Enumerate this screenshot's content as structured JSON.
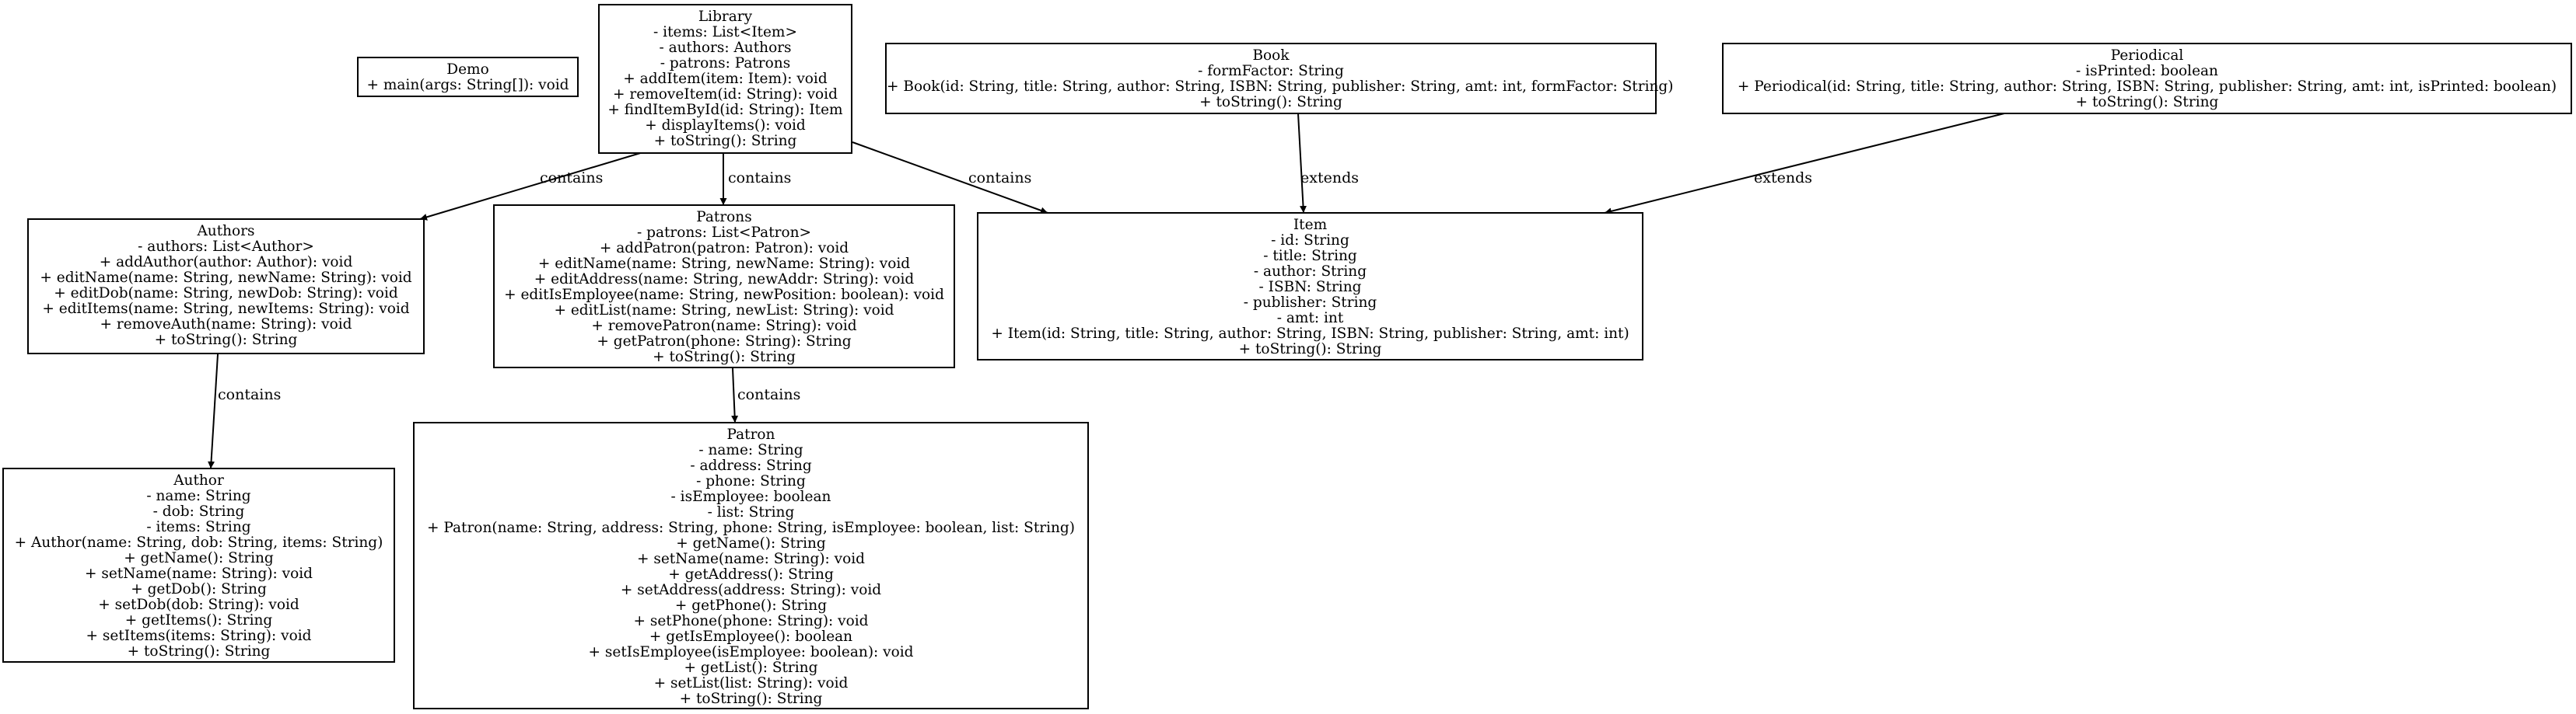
{
  "nodes": {
    "library": {
      "title": "Library",
      "members": [
        "- items: List<Item>",
        "- authors: Authors",
        "- patrons: Patrons",
        "+ addItem(item: Item): void",
        "+ removeItem(id: String): void",
        "+ findItemById(id: String): Item",
        "+ displayItems(): void",
        "+ toString(): String"
      ]
    },
    "demo": {
      "title": "Demo",
      "members": [
        "+ main(args: String[]): void"
      ]
    },
    "book": {
      "title": "Book",
      "members": [
        "- formFactor: String",
        "+ Book(id: String, title: String, author: String, ISBN: String, publisher: String, amt: int, formFactor: String)",
        "+ toString(): String"
      ]
    },
    "periodical": {
      "title": "Periodical",
      "members": [
        "- isPrinted: boolean",
        "+ Periodical(id: String, title: String, author: String, ISBN: String, publisher: String, amt: int, isPrinted: boolean)",
        "+ toString(): String"
      ]
    },
    "authors": {
      "title": "Authors",
      "members": [
        "- authors: List<Author>",
        "+ addAuthor(author: Author): void",
        "+ editName(name: String, newName: String): void",
        "+ editDob(name: String, newDob: String): void",
        "+ editItems(name: String, newItems: String): void",
        "+ removeAuth(name: String): void",
        "+ toString(): String"
      ]
    },
    "patrons": {
      "title": "Patrons",
      "members": [
        "- patrons: List<Patron>",
        "+ addPatron(patron: Patron): void",
        "+ editName(name: String, newName: String): void",
        "+ editAddress(name: String, newAddr: String): void",
        "+ editIsEmployee(name: String, newPosition: boolean): void",
        "+ editList(name: String, newList: String): void",
        "+ removePatron(name: String): void",
        "+ getPatron(phone: String): String",
        "+ toString(): String"
      ]
    },
    "item": {
      "title": "Item",
      "members": [
        "- id: String",
        "- title: String",
        "- author: String",
        "- ISBN: String",
        "- publisher: String",
        "- amt: int",
        "+ Item(id: String, title: String, author: String, ISBN: String, publisher: String, amt: int)",
        "+ toString(): String"
      ]
    },
    "author": {
      "title": "Author",
      "members": [
        "- name: String",
        "- dob: String",
        "- items: String",
        "+ Author(name: String, dob: String, items: String)",
        "+ getName(): String",
        "+ setName(name: String): void",
        "+ getDob(): String",
        "+ setDob(dob: String): void",
        "+ getItems(): String",
        "+ setItems(items: String): void",
        "+ toString(): String"
      ]
    },
    "patron": {
      "title": "Patron",
      "members": [
        "- name: String",
        "- address: String",
        "- phone: String",
        "- isEmployee: boolean",
        "- list: String",
        "+ Patron(name: String, address: String, phone: String, isEmployee: boolean, list: String)",
        "+ getName(): String",
        "+ setName(name: String): void",
        "+ getAddress(): String",
        "+ setAddress(address: String): void",
        "+ getPhone(): String",
        "+ setPhone(phone: String): void",
        "+ getIsEmployee(): boolean",
        "+ setIsEmployee(isEmployee: boolean): void",
        "+ getList(): String",
        "+ setList(list: String): void",
        "+ toString(): String"
      ]
    }
  },
  "edges": [
    {
      "from": "library",
      "to": "authors",
      "label": "contains"
    },
    {
      "from": "library",
      "to": "patrons",
      "label": "contains"
    },
    {
      "from": "library",
      "to": "item",
      "label": "contains"
    },
    {
      "from": "book",
      "to": "item",
      "label": "extends"
    },
    {
      "from": "periodical",
      "to": "item",
      "label": "extends"
    },
    {
      "from": "authors",
      "to": "author",
      "label": "contains"
    },
    {
      "from": "patrons",
      "to": "patron",
      "label": "contains"
    }
  ]
}
